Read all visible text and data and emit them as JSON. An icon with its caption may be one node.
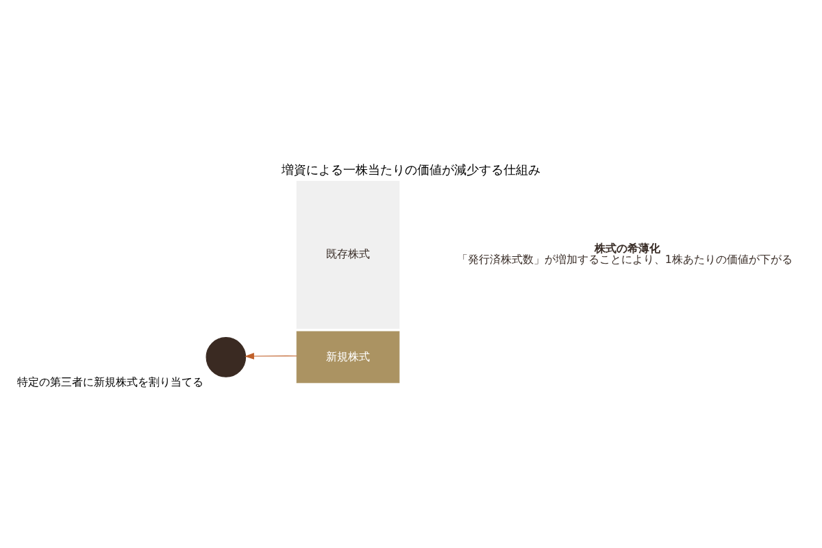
{
  "diagram": {
    "title": "増資による一株当たりの価値が減少する仕組み",
    "nodes": [
      {
        "text": [],
        "shape": "person",
        "beside": [
          "特定の第三者に新規株式を割り当てる"
        ]
      },
      {
        "text": [
          "新規株式"
        ]
      },
      {
        "text": [
          "既存株式"
        ]
      },
      {
        "text": [
          "株式の希薄化",
          "「発行済株式数」が増加することにより、1株あたりの価値が下がる"
        ]
      }
    ],
    "edges": [
      {
        "from": 1,
        "to": 0,
        "arrow": "to",
        "color": "#c0612b"
      }
    ]
  }
}
